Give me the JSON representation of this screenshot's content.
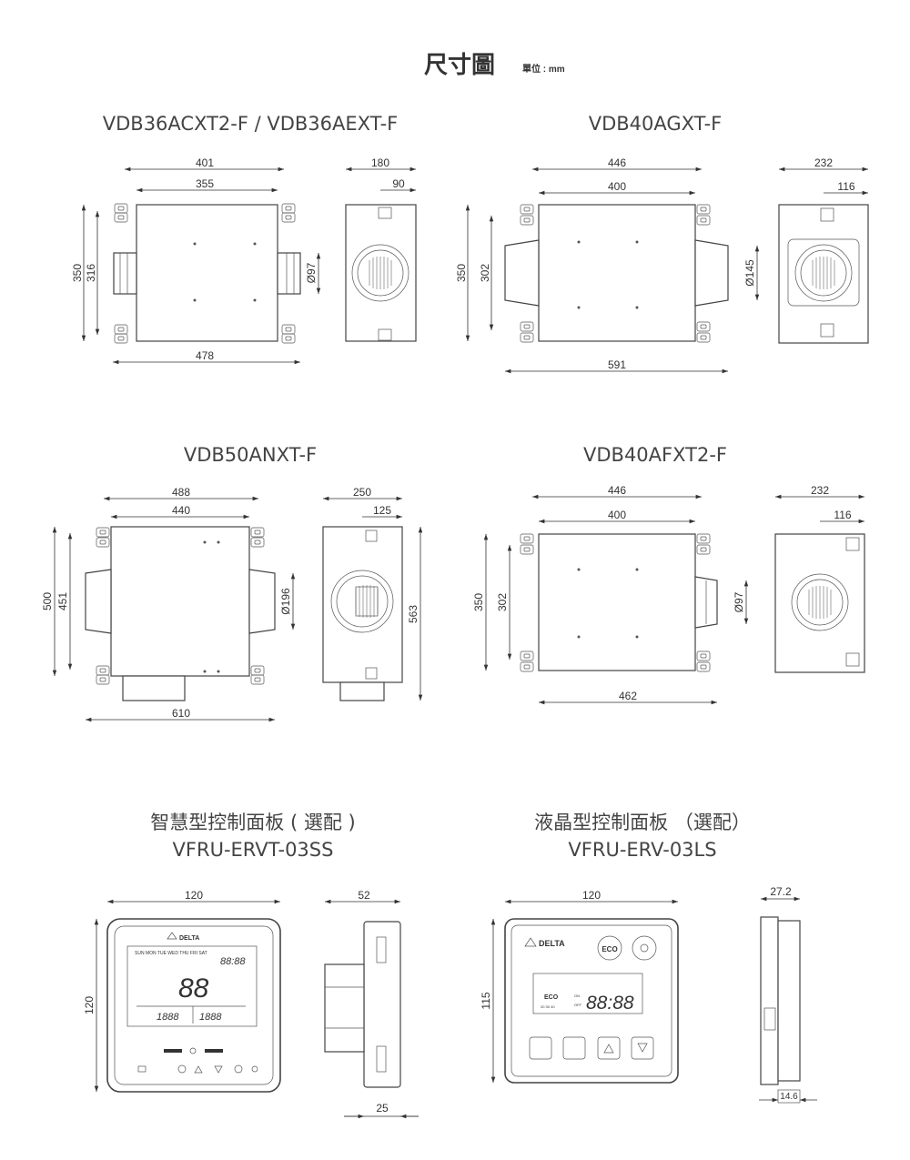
{
  "header": {
    "title": "尺寸圖",
    "unit": "單位 : mm"
  },
  "units": {
    "vdb36": {
      "title": "VDB36ACXT2-F / VDB36AEXT-F",
      "dims": {
        "w401": "401",
        "w355": "355",
        "d180": "180",
        "d90": "90",
        "h350": "350",
        "h316": "316",
        "dia": "Ø97",
        "l478": "478"
      }
    },
    "vdb40g": {
      "title": "VDB40AGXT-F",
      "dims": {
        "w446": "446",
        "w400": "400",
        "d232": "232",
        "d116": "116",
        "h350": "350",
        "h302": "302",
        "dia": "Ø145",
        "l591": "591"
      }
    },
    "vdb50": {
      "title": "VDB50ANXT-F",
      "dims": {
        "w488": "488",
        "w440": "440",
        "d250": "250",
        "d125": "125",
        "h500": "500",
        "h451": "451",
        "dia": "Ø196",
        "l610": "610",
        "h563": "563"
      }
    },
    "vdb40f": {
      "title": "VDB40AFXT2-F",
      "dims": {
        "w446": "446",
        "w400": "400",
        "d232": "232",
        "d116": "116",
        "h350": "350",
        "h302": "302",
        "dia": "Ø97",
        "l462": "462"
      }
    }
  },
  "panels": {
    "smart": {
      "title_cn": "智慧型控制面板 ( 選配 )",
      "title_model": "VFRU-ERVT-03SS",
      "dims": {
        "w120": "120",
        "h120": "120",
        "d52": "52",
        "d25": "25"
      },
      "screen": {
        "brand": "DELTA",
        "days": "SUN MON TUE WED THU FRI SAT",
        "clock": "88:88",
        "temp": "88",
        "lcd_left": "1888",
        "lcd_right": "1888"
      }
    },
    "lcd": {
      "title_cn": "液晶型控制面板 （選配）",
      "title_model": "VFRU-ERV-03LS",
      "dims": {
        "w120": "120",
        "h115": "115",
        "d27": "27.2",
        "d14": "14.6"
      },
      "screen": {
        "brand": "DELTA",
        "eco_button": "ECO",
        "eco_label": "ECO",
        "display": "88:88",
        "on": "ON",
        "off": "OFF",
        "speeds": "20  30  40"
      }
    }
  }
}
